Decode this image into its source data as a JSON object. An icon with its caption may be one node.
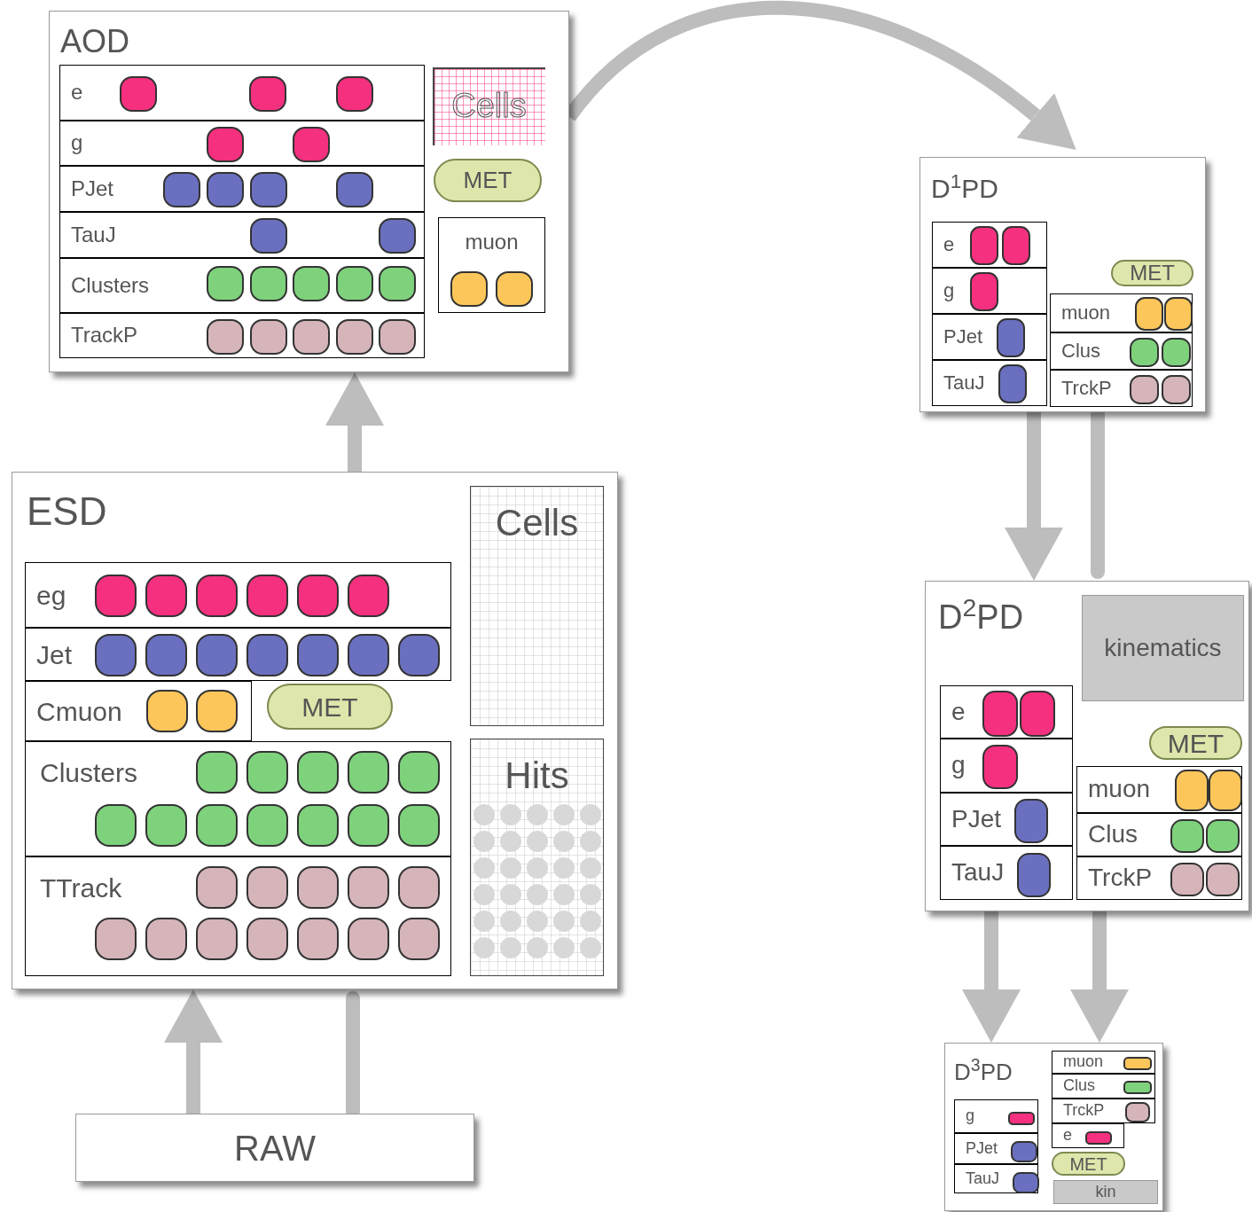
{
  "diagram": {
    "nodes": [
      {
        "text": [
          "AOD"
        ]
      },
      {
        "text": [
          "e"
        ],
        "in": 0
      },
      {
        "text": [
          "g"
        ],
        "in": 0
      },
      {
        "text": [
          "PJet"
        ],
        "in": 0
      },
      {
        "text": [
          "TauJ"
        ],
        "in": 0
      },
      {
        "text": [
          "Clusters"
        ],
        "in": 0
      },
      {
        "text": [
          "TrackP"
        ],
        "in": 0
      },
      {
        "text": [
          "Cells"
        ],
        "in": 0
      },
      {
        "text": [
          "MET"
        ],
        "in": 0
      },
      {
        "text": [
          "muon"
        ],
        "in": 0
      },
      {
        "text": [
          "D$^{1}$PD"
        ]
      },
      {
        "text": [
          "e"
        ],
        "in": 10
      },
      {
        "text": [
          "g"
        ],
        "in": 10
      },
      {
        "text": [
          "PJet"
        ],
        "in": 10
      },
      {
        "text": [
          "TauJ"
        ],
        "in": 10
      },
      {
        "text": [
          "MET"
        ],
        "in": 10
      },
      {
        "text": [
          "muon"
        ],
        "in": 10
      },
      {
        "text": [
          "Clus"
        ],
        "in": 10
      },
      {
        "text": [
          "TrckP"
        ],
        "in": 10
      },
      {
        "text": [
          "ESD"
        ]
      },
      {
        "text": [
          "eg"
        ],
        "in": 19
      },
      {
        "text": [
          "Jet"
        ],
        "in": 19
      },
      {
        "text": [
          "Cmuon"
        ],
        "in": 19
      },
      {
        "text": [
          "MET"
        ],
        "in": 19
      },
      {
        "text": [
          "Clusters"
        ],
        "in": 19
      },
      {
        "text": [
          "TTrack"
        ],
        "in": 19
      },
      {
        "text": [
          "Cells"
        ],
        "in": 19
      },
      {
        "text": [
          "Hits"
        ],
        "in": 19
      },
      {
        "text": [
          "D$^{2}$PD"
        ]
      },
      {
        "text": [
          "kinematics"
        ],
        "in": 28
      },
      {
        "text": [
          "e"
        ],
        "in": 28
      },
      {
        "text": [
          "g"
        ],
        "in": 28
      },
      {
        "text": [
          "PJet"
        ],
        "in": 28
      },
      {
        "text": [
          "TauJ"
        ],
        "in": 28
      },
      {
        "text": [
          "MET"
        ],
        "in": 28
      },
      {
        "text": [
          "muon"
        ],
        "in": 28
      },
      {
        "text": [
          "Clus"
        ],
        "in": 28
      },
      {
        "text": [
          "TrckP"
        ],
        "in": 28
      },
      {
        "text": [
          "RAW"
        ]
      },
      {
        "text": [
          "D$^{3}$PD"
        ]
      },
      {
        "text": [
          "muon"
        ],
        "in": 39
      },
      {
        "text": [
          "Clus"
        ],
        "in": 39
      },
      {
        "text": [
          "TrckP"
        ],
        "in": 39
      },
      {
        "text": [
          "e"
        ],
        "in": 39
      },
      {
        "text": [
          "MET"
        ],
        "in": 39
      },
      {
        "text": [
          "kin"
        ],
        "in": 39
      },
      {
        "text": [
          "g"
        ],
        "in": 39
      },
      {
        "text": [
          "PJet"
        ],
        "in": 39
      },
      {
        "text": [
          "TauJ"
        ],
        "in": 39
      }
    ],
    "edges": [
      {
        "from": 0,
        "to": 10,
        "arrow": "to"
      },
      {
        "from": 19,
        "to": 0,
        "arrow": "to"
      },
      {
        "from": 38,
        "to": 19,
        "arrow": "to"
      },
      {
        "from": 38,
        "to": 19,
        "arrow": "none"
      },
      {
        "from": 10,
        "to": 28,
        "arrow": "to"
      },
      {
        "from": 10,
        "to": 28,
        "arrow": "none"
      },
      {
        "from": 28,
        "to": 39,
        "arrow": "to"
      },
      {
        "from": 28,
        "to": 39,
        "arrow": "to"
      }
    ]
  }
}
